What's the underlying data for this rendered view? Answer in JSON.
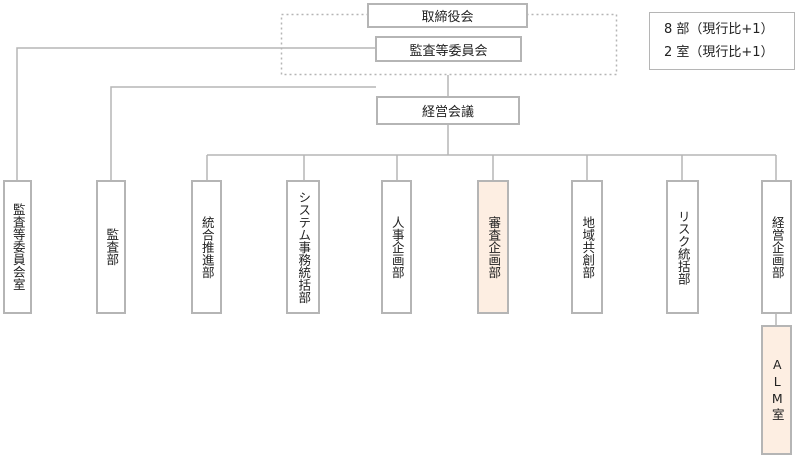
{
  "top": {
    "board": "取締役会",
    "audit_committee": "監査等委員会",
    "management_meeting": "経営会議"
  },
  "departments": [
    {
      "label": "監査等委員会室",
      "highlight": false
    },
    {
      "label": "監査部",
      "highlight": false
    },
    {
      "label": "統合推進部",
      "highlight": false
    },
    {
      "label": "システム事務統括部",
      "highlight": false
    },
    {
      "label": "人事企画部",
      "highlight": false
    },
    {
      "label": "審査企画部",
      "highlight": true
    },
    {
      "label": "地域共創部",
      "highlight": false
    },
    {
      "label": "リスク統括部",
      "highlight": false
    },
    {
      "label": "経営企画部",
      "highlight": false
    }
  ],
  "sub_unit": {
    "label": "ALM室",
    "highlight": true
  },
  "legend": {
    "line1": "8 部（現行比+1）",
    "line2": "2 室（現行比+1）"
  },
  "colors": {
    "line": "#b5b5b5",
    "border": "#b5b5b5",
    "highlight_fill": "#fdeee2"
  }
}
